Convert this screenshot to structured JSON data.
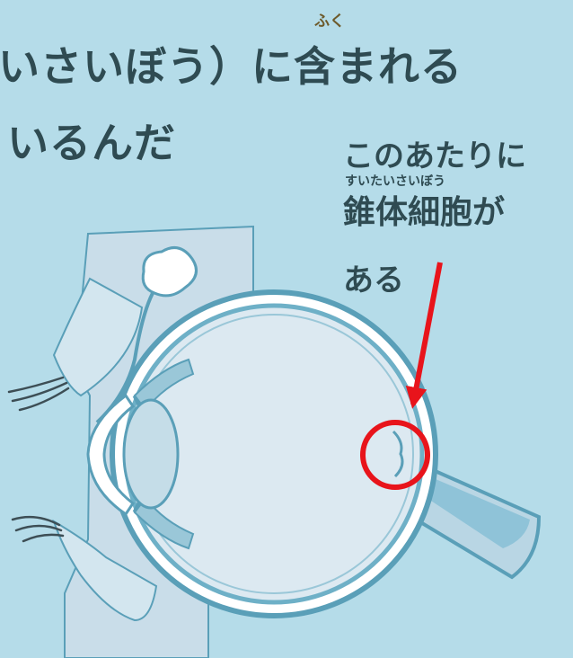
{
  "heading": {
    "line1": "いさいぼう）に含まれる",
    "line1_ruby": "ふく",
    "line2": "いるんだ"
  },
  "annotation": {
    "line1": "このあたりに",
    "ruby": "すいたいさいぼう",
    "line2": "錐体細胞が",
    "line3": "ある"
  },
  "colors": {
    "background": "#b5dce9",
    "outline": "#5a9fb8",
    "eye_fill": "#dce9f1",
    "highlight": "#e8141b"
  }
}
